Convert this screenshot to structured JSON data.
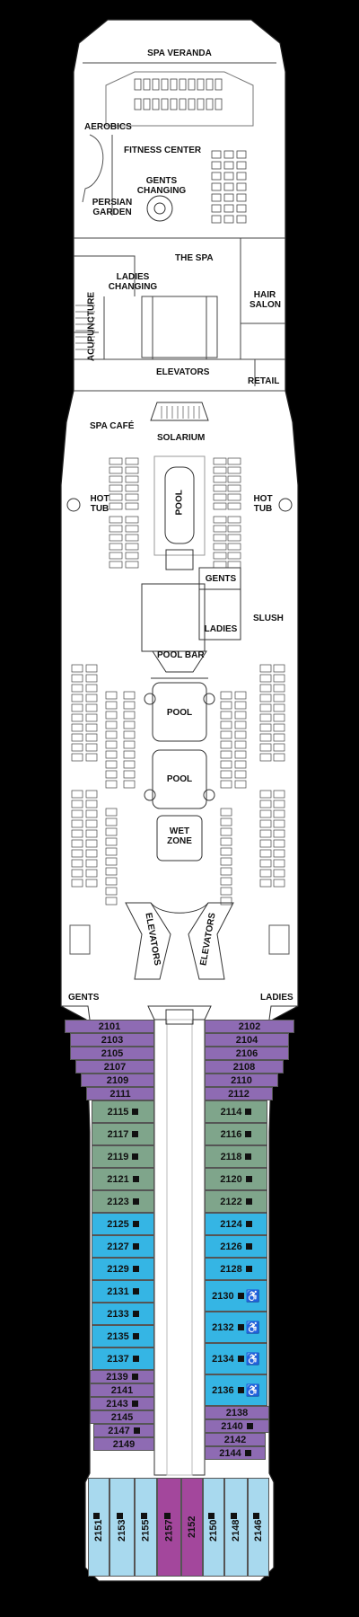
{
  "colors": {
    "purple": "#8e6bb3",
    "green": "#7fa58b",
    "blue": "#35b5e4",
    "light_blue": "#a8d9ee",
    "magenta": "#a3479c",
    "background": "#000000",
    "deck": "#ffffff"
  },
  "labels": {
    "spa_veranda": "SPA VERANDA",
    "aerobics": "AEROBICS",
    "fitness_center": "FITNESS CENTER",
    "gents_changing": "GENTS\nCHANGING",
    "persian_garden": "PERSIAN\nGARDEN",
    "the_spa": "THE SPA",
    "ladies_changing": "LADIES\nCHANGING",
    "hair_salon": "HAIR\nSALON",
    "acupuncture": "ACUPUNCTURE",
    "elevators_fwd": "ELEVATORS",
    "retail": "RETAIL",
    "spa_cafe": "SPA CAFÉ",
    "solarium": "SOLARIUM",
    "hot_tub_left": "HOT\nTUB",
    "hot_tub_right": "HOT\nTUB",
    "pool_solarium": "POOL",
    "gents_mid": "GENTS",
    "ladies_mid": "LADIES",
    "slush": "SLUSH",
    "pool_bar": "POOL BAR",
    "pool_1": "POOL",
    "pool_2": "POOL",
    "wet_zone": "WET\nZONE",
    "elevators_aft_left": "ELEVATORS",
    "elevators_aft_right": "ELEVATORS",
    "gents_aft": "GENTS",
    "ladies_aft": "LADIES"
  },
  "cabins_left": [
    {
      "num": "2101",
      "cat": "purple"
    },
    {
      "num": "2103",
      "cat": "purple"
    },
    {
      "num": "2105",
      "cat": "purple"
    },
    {
      "num": "2107",
      "cat": "purple"
    },
    {
      "num": "2109",
      "cat": "purple"
    },
    {
      "num": "2111",
      "cat": "purple"
    },
    {
      "num": "2115",
      "cat": "green",
      "mark": true
    },
    {
      "num": "2117",
      "cat": "green",
      "mark": true
    },
    {
      "num": "2119",
      "cat": "green",
      "mark": true
    },
    {
      "num": "2121",
      "cat": "green",
      "mark": true
    },
    {
      "num": "2123",
      "cat": "green",
      "mark": true
    },
    {
      "num": "2125",
      "cat": "blue",
      "mark": true
    },
    {
      "num": "2127",
      "cat": "blue",
      "mark": true
    },
    {
      "num": "2129",
      "cat": "blue",
      "mark": true
    },
    {
      "num": "2131",
      "cat": "blue",
      "mark": true
    },
    {
      "num": "2133",
      "cat": "blue",
      "mark": true
    },
    {
      "num": "2135",
      "cat": "blue",
      "mark": true
    },
    {
      "num": "2137",
      "cat": "blue",
      "mark": true
    },
    {
      "num": "2139",
      "cat": "purple",
      "mark": true
    },
    {
      "num": "2141",
      "cat": "purple"
    },
    {
      "num": "2143",
      "cat": "purple",
      "mark": true
    },
    {
      "num": "2145",
      "cat": "purple"
    },
    {
      "num": "2147",
      "cat": "purple",
      "mark": true
    },
    {
      "num": "2149",
      "cat": "purple"
    }
  ],
  "cabins_right": [
    {
      "num": "2102",
      "cat": "purple"
    },
    {
      "num": "2104",
      "cat": "purple"
    },
    {
      "num": "2106",
      "cat": "purple"
    },
    {
      "num": "2108",
      "cat": "purple"
    },
    {
      "num": "2110",
      "cat": "purple"
    },
    {
      "num": "2112",
      "cat": "purple"
    },
    {
      "num": "2114",
      "cat": "green",
      "mark": true
    },
    {
      "num": "2116",
      "cat": "green",
      "mark": true
    },
    {
      "num": "2118",
      "cat": "green",
      "mark": true
    },
    {
      "num": "2120",
      "cat": "green",
      "mark": true
    },
    {
      "num": "2122",
      "cat": "green",
      "mark": true
    },
    {
      "num": "2124",
      "cat": "blue",
      "mark": true
    },
    {
      "num": "2126",
      "cat": "blue",
      "mark": true
    },
    {
      "num": "2128",
      "cat": "blue",
      "mark": true
    },
    {
      "num": "2130",
      "cat": "blue",
      "mark": true,
      "accessible": true
    },
    {
      "num": "2132",
      "cat": "blue",
      "mark": true,
      "accessible": true
    },
    {
      "num": "2134",
      "cat": "blue",
      "mark": true,
      "accessible": true
    },
    {
      "num": "2136",
      "cat": "blue",
      "mark": true,
      "accessible": true
    },
    {
      "num": "2138",
      "cat": "purple"
    },
    {
      "num": "2140",
      "cat": "purple",
      "mark": true
    },
    {
      "num": "2142",
      "cat": "purple"
    },
    {
      "num": "2144",
      "cat": "purple",
      "mark": true
    }
  ],
  "cabins_aft": [
    {
      "num": "2151",
      "cat": "light_blue",
      "mark": true
    },
    {
      "num": "2153",
      "cat": "light_blue",
      "mark": true
    },
    {
      "num": "2155",
      "cat": "light_blue",
      "mark": true
    },
    {
      "num": "2157",
      "cat": "magenta",
      "mark": true
    },
    {
      "num": "2152",
      "cat": "magenta"
    },
    {
      "num": "2150",
      "cat": "light_blue",
      "mark": true
    },
    {
      "num": "2148",
      "cat": "light_blue",
      "mark": true
    },
    {
      "num": "2146",
      "cat": "light_blue",
      "mark": true
    }
  ],
  "icons": {
    "square": "square-marker-icon",
    "accessible": "wheelchair-icon"
  },
  "glyphs": {
    "accessible": "♿"
  }
}
